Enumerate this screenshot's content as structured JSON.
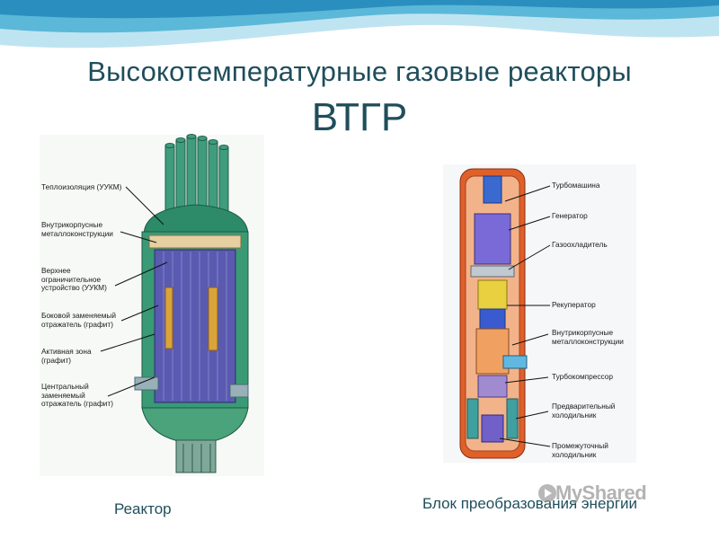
{
  "slide": {
    "title": "Высокотемпературные газовые реакторы",
    "subtitle": "ВТГР"
  },
  "reactor": {
    "caption": "Реактор",
    "labels": [
      "Теплоизоляция (УУКМ)",
      "Внутрикорпусные\nметаллоконструкции",
      "Верхнее\nограничительное\nустройство (УУКМ)",
      "Боковой заменяемый\nотражатель (графит)",
      "Активная зона\n(графит)",
      "Центральный\nзаменяемый\nотражатель (графит)"
    ]
  },
  "conversion_unit": {
    "caption": "Блок преобразования энергии",
    "labels": [
      "Турбомашина",
      "Генератор",
      "Газоохладитель",
      "Рекуператор",
      "Внутрикорпусные\nметаллоконструкции",
      "Турбокомпрессор",
      "Предварительный\nхолодильник",
      "Промежуточный\nхолодильник"
    ]
  },
  "watermark": {
    "text": "MyShared",
    "icon": "play-icon"
  },
  "colors": {
    "title": "#1f4e5b",
    "wave_dark": "#5bb8d8",
    "wave_light": "#bfe4f1",
    "reactor_vessel": "#2e8b6a",
    "reactor_core": "#5a5ab0",
    "graphite_block": "#d9a43a",
    "unit_vessel": "#e0602a",
    "unit_generator": "#7a6ad8",
    "unit_recuperator": "#e8d040"
  }
}
